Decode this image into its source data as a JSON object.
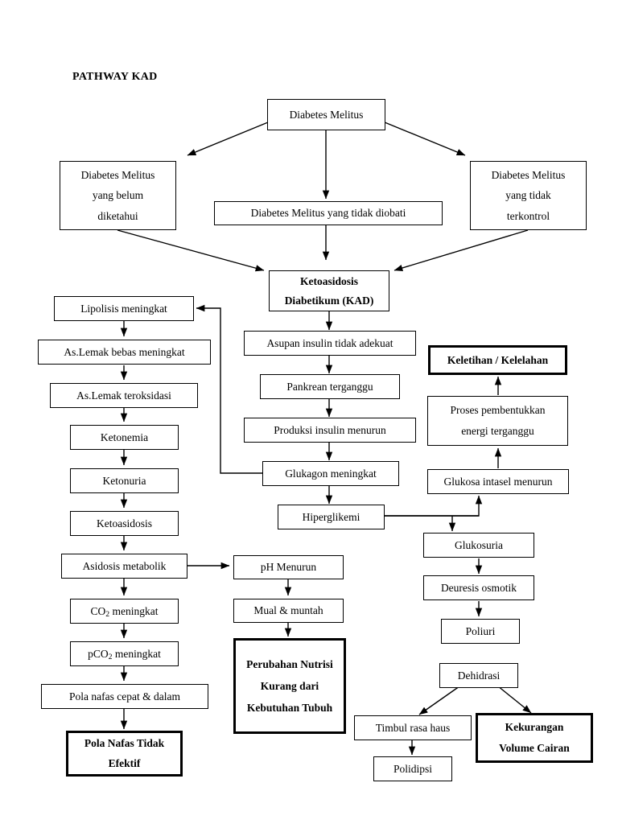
{
  "page": {
    "title": "PATHWAY KAD",
    "background_color": "#ffffff",
    "line_color": "#000000"
  },
  "chart_data": {
    "type": "diagram",
    "diagram_kind": "flowchart",
    "title": "PATHWAY KAD",
    "language": "Indonesian",
    "nodes": [
      {
        "id": "dm",
        "label_lines": [
          "Diabetes Melitus"
        ],
        "emphasis": "normal"
      },
      {
        "id": "dm_belum",
        "label_lines": [
          "Diabetes Melitus",
          "yang belum",
          "diketahui"
        ],
        "emphasis": "normal"
      },
      {
        "id": "dm_diobati",
        "label_lines": [
          "Diabetes Melitus yang tidak diobati"
        ],
        "emphasis": "normal"
      },
      {
        "id": "dm_terkontrol",
        "label_lines": [
          "Diabetes Melitus",
          "yang tidak",
          "terkontrol"
        ],
        "emphasis": "normal"
      },
      {
        "id": "kad",
        "label_lines": [
          "Ketoasidosis",
          "Diabetikum (KAD)"
        ],
        "emphasis": "bold-text"
      },
      {
        "id": "lipolisis",
        "label_lines": [
          "Lipolisis meningkat"
        ],
        "emphasis": "normal"
      },
      {
        "id": "aslemak_bebas",
        "label_lines": [
          "As.Lemak bebas meningkat"
        ],
        "emphasis": "normal"
      },
      {
        "id": "aslemak_teroks",
        "label_lines": [
          "As.Lemak teroksidasi"
        ],
        "emphasis": "normal"
      },
      {
        "id": "ketonemia",
        "label_lines": [
          "Ketonemia"
        ],
        "emphasis": "normal"
      },
      {
        "id": "ketonuria",
        "label_lines": [
          "Ketonuria"
        ],
        "emphasis": "normal"
      },
      {
        "id": "ketoasidosis",
        "label_lines": [
          "Ketoasidosis"
        ],
        "emphasis": "normal"
      },
      {
        "id": "asidosis_met",
        "label_lines": [
          "Asidosis metabolik"
        ],
        "emphasis": "normal"
      },
      {
        "id": "co2",
        "label_lines": [
          "CO2 meningkat"
        ],
        "emphasis": "normal"
      },
      {
        "id": "pco2",
        "label_lines": [
          "pCO2 meningkat"
        ],
        "emphasis": "normal"
      },
      {
        "id": "pola_nafas",
        "label_lines": [
          "Pola nafas cepat & dalam"
        ],
        "emphasis": "normal"
      },
      {
        "id": "pola_nafas_td",
        "label_lines": [
          "Pola Nafas Tidak",
          "Efektif"
        ],
        "emphasis": "diagnosis"
      },
      {
        "id": "asupan",
        "label_lines": [
          "Asupan insulin tidak adekuat"
        ],
        "emphasis": "normal"
      },
      {
        "id": "pankrean",
        "label_lines": [
          "Pankrean terganggu"
        ],
        "emphasis": "normal"
      },
      {
        "id": "produksi",
        "label_lines": [
          "Produksi insulin menurun"
        ],
        "emphasis": "normal"
      },
      {
        "id": "glukagon",
        "label_lines": [
          "Glukagon meningkat"
        ],
        "emphasis": "normal"
      },
      {
        "id": "hiperglikemi",
        "label_lines": [
          "Hiperglikemi"
        ],
        "emphasis": "normal"
      },
      {
        "id": "ph_menurun",
        "label_lines": [
          "pH Menurun"
        ],
        "emphasis": "normal"
      },
      {
        "id": "mual",
        "label_lines": [
          "Mual & muntah"
        ],
        "emphasis": "normal"
      },
      {
        "id": "perubahan",
        "label_lines": [
          "Perubahan Nutrisi",
          "Kurang dari",
          "Kebutuhan Tubuh"
        ],
        "emphasis": "diagnosis"
      },
      {
        "id": "keletihan",
        "label_lines": [
          "Keletihan / Kelelahan"
        ],
        "emphasis": "diagnosis"
      },
      {
        "id": "proses",
        "label_lines": [
          "Proses pembentukkan",
          "energi terganggu"
        ],
        "emphasis": "normal"
      },
      {
        "id": "glukosa_int",
        "label_lines": [
          "Glukosa intasel menurun"
        ],
        "emphasis": "normal"
      },
      {
        "id": "glukosuria",
        "label_lines": [
          "Glukosuria"
        ],
        "emphasis": "normal"
      },
      {
        "id": "deuresis",
        "label_lines": [
          "Deuresis osmotik"
        ],
        "emphasis": "normal"
      },
      {
        "id": "poliuri",
        "label_lines": [
          "Poliuri"
        ],
        "emphasis": "normal"
      },
      {
        "id": "dehidrasi",
        "label_lines": [
          "Dehidrasi"
        ],
        "emphasis": "normal"
      },
      {
        "id": "rasa_haus",
        "label_lines": [
          "Timbul rasa haus"
        ],
        "emphasis": "normal"
      },
      {
        "id": "polidipsi",
        "label_lines": [
          "Polidipsi"
        ],
        "emphasis": "normal"
      },
      {
        "id": "kekurangan",
        "label_lines": [
          "Kekurangan",
          "Volume Cairan"
        ],
        "emphasis": "diagnosis"
      }
    ],
    "edges": [
      {
        "from": "dm",
        "to": "dm_belum"
      },
      {
        "from": "dm",
        "to": "dm_diobati"
      },
      {
        "from": "dm",
        "to": "dm_terkontrol"
      },
      {
        "from": "dm_belum",
        "to": "kad"
      },
      {
        "from": "dm_diobati",
        "to": "kad"
      },
      {
        "from": "dm_terkontrol",
        "to": "kad"
      },
      {
        "from": "kad",
        "to": "asupan"
      },
      {
        "from": "asupan",
        "to": "pankrean"
      },
      {
        "from": "pankrean",
        "to": "produksi"
      },
      {
        "from": "produksi",
        "to": "glukagon"
      },
      {
        "from": "glukagon",
        "to": "lipolisis"
      },
      {
        "from": "glukagon",
        "to": "hiperglikemi"
      },
      {
        "from": "lipolisis",
        "to": "aslemak_bebas"
      },
      {
        "from": "aslemak_bebas",
        "to": "aslemak_teroks"
      },
      {
        "from": "aslemak_teroks",
        "to": "ketonemia"
      },
      {
        "from": "ketonemia",
        "to": "ketonuria"
      },
      {
        "from": "ketonuria",
        "to": "ketoasidosis"
      },
      {
        "from": "ketoasidosis",
        "to": "asidosis_met"
      },
      {
        "from": "asidosis_met",
        "to": "co2"
      },
      {
        "from": "asidosis_met",
        "to": "ph_menurun"
      },
      {
        "from": "co2",
        "to": "pco2"
      },
      {
        "from": "pco2",
        "to": "pola_nafas"
      },
      {
        "from": "pola_nafas",
        "to": "pola_nafas_td"
      },
      {
        "from": "ph_menurun",
        "to": "mual"
      },
      {
        "from": "mual",
        "to": "perubahan"
      },
      {
        "from": "hiperglikemi",
        "to": "glukosa_int"
      },
      {
        "from": "hiperglikemi",
        "to": "glukosuria"
      },
      {
        "from": "glukosa_int",
        "to": "proses"
      },
      {
        "from": "proses",
        "to": "keletihan"
      },
      {
        "from": "glukosuria",
        "to": "deuresis"
      },
      {
        "from": "deuresis",
        "to": "poliuri"
      },
      {
        "from": "dehidrasi",
        "to": "rasa_haus"
      },
      {
        "from": "dehidrasi",
        "to": "kekurangan"
      },
      {
        "from": "rasa_haus",
        "to": "polidipsi"
      }
    ]
  }
}
